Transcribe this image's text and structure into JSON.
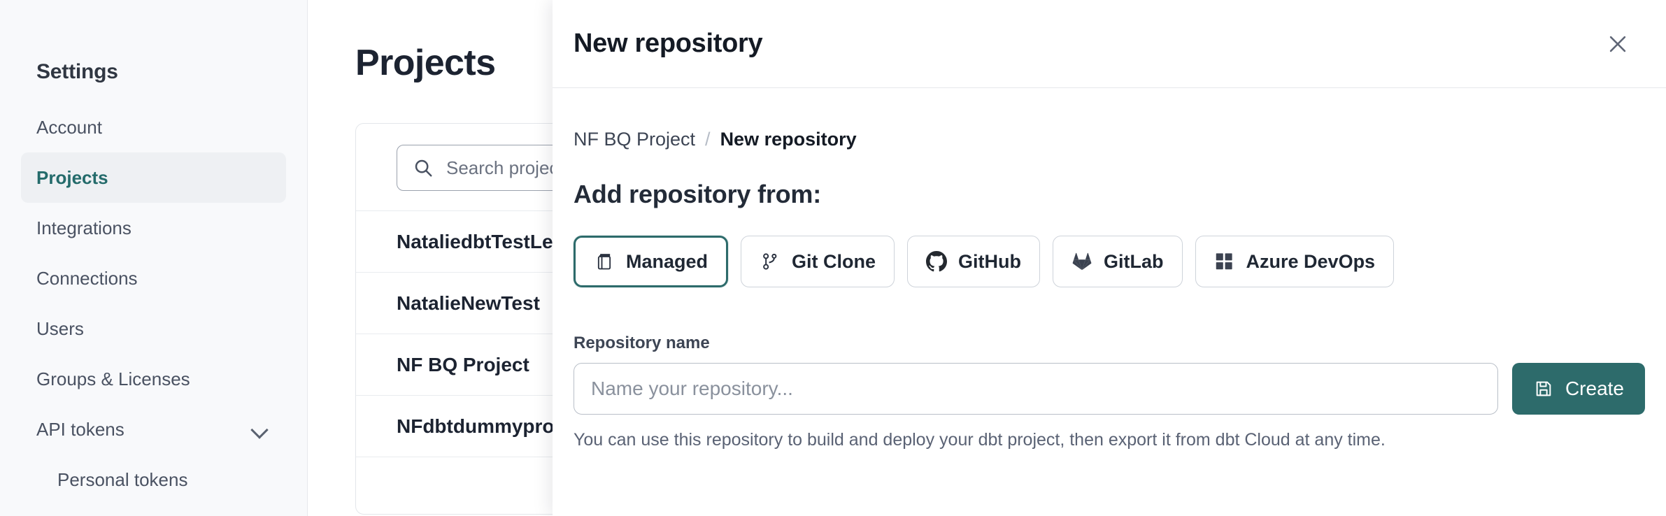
{
  "sidebar": {
    "title": "Settings",
    "items": [
      {
        "label": "Account",
        "active": false,
        "sub": false,
        "chevron": false
      },
      {
        "label": "Projects",
        "active": true,
        "sub": false,
        "chevron": false
      },
      {
        "label": "Integrations",
        "active": false,
        "sub": false,
        "chevron": false
      },
      {
        "label": "Connections",
        "active": false,
        "sub": false,
        "chevron": false
      },
      {
        "label": "Users",
        "active": false,
        "sub": false,
        "chevron": false
      },
      {
        "label": "Groups & Licenses",
        "active": false,
        "sub": false,
        "chevron": false
      },
      {
        "label": "API tokens",
        "active": false,
        "sub": false,
        "chevron": true
      },
      {
        "label": "Personal tokens",
        "active": false,
        "sub": true,
        "chevron": false
      }
    ]
  },
  "main": {
    "page_title": "Projects",
    "search": {
      "placeholder": "Search projects by name...",
      "icon": "search-icon",
      "value": ""
    },
    "projects": [
      "NataliedbtTestLearn Test",
      "NatalieNewTest",
      "NF BQ Project",
      "NFdbtdummyproject"
    ]
  },
  "modal": {
    "title": "New repository",
    "close_icon": "close-icon",
    "breadcrumb": {
      "parent": "NF BQ Project",
      "separator": "/",
      "current": "New repository"
    },
    "section_title": "Add repository from:",
    "providers": [
      {
        "label": "Managed",
        "icon": "managed-repo-icon",
        "selected": true
      },
      {
        "label": "Git Clone",
        "icon": "git-clone-icon",
        "selected": false
      },
      {
        "label": "GitHub",
        "icon": "github-icon",
        "selected": false
      },
      {
        "label": "GitLab",
        "icon": "gitlab-icon",
        "selected": false
      },
      {
        "label": "Azure DevOps",
        "icon": "azure-devops-icon",
        "selected": false
      }
    ],
    "repository_name": {
      "label": "Repository name",
      "placeholder": "Name your repository...",
      "value": ""
    },
    "create_button": {
      "label": "Create",
      "icon": "save-icon"
    },
    "help_text": "You can use this repository to build and deploy your dbt project, then export it from dbt Cloud at any time."
  },
  "colors": {
    "accent": "#2d6b6b",
    "sidebar_bg": "#f8f9fb",
    "text_dark": "#1c2331",
    "text_muted": "#5a6274"
  }
}
